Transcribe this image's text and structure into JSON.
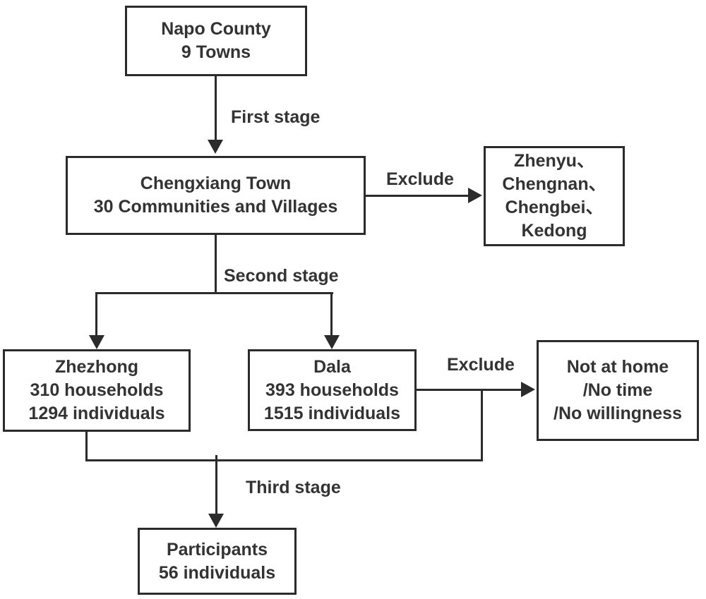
{
  "diagram": {
    "nodes": {
      "napo": {
        "lines": [
          "Napo County",
          "9 Towns"
        ]
      },
      "chengxiang": {
        "lines": [
          "Chengxiang Town",
          "30 Communities and Villages"
        ]
      },
      "excluded_towns": {
        "lines": [
          "Zhenyu、",
          "Chengnan、",
          "Chengbei、",
          "Kedong"
        ]
      },
      "zhezhong": {
        "lines": [
          "Zhezhong",
          "310 households",
          "1294 individuals"
        ]
      },
      "dala": {
        "lines": [
          "Dala",
          "393 households",
          "1515 individuals"
        ]
      },
      "excluded_reasons": {
        "lines": [
          "Not at home",
          "/No time",
          "/No willingness"
        ]
      },
      "participants": {
        "lines": [
          "Participants",
          "56 individuals"
        ]
      }
    },
    "labels": {
      "first_stage": "First stage",
      "second_stage": "Second stage",
      "third_stage": "Third stage",
      "exclude_top": "Exclude",
      "exclude_bottom": "Exclude"
    },
    "colors": {
      "line": "#2b2b2b",
      "text": "#333333",
      "background": "#ffffff"
    }
  }
}
